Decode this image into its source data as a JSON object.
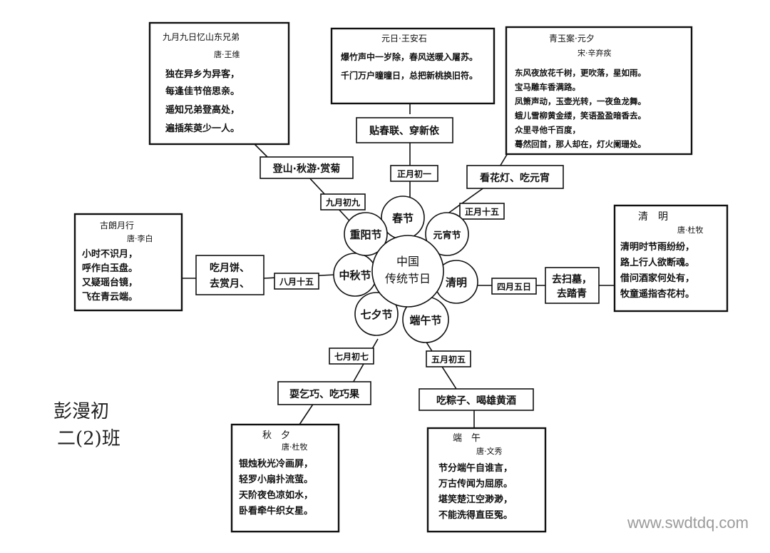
{
  "center": {
    "line1": "中国",
    "line2": "传统节日"
  },
  "petals": {
    "spring": "春节",
    "lantern": "元宵节",
    "qingming": "清明",
    "dragon": "端午节",
    "qixi": "七夕节",
    "midautumn": "中秋节",
    "chongyang": "重阳节"
  },
  "dates": {
    "spring": "正月初一",
    "lantern": "正月十五",
    "qingming": "四月五日",
    "dragon": "五月初五",
    "qixi": "七月初七",
    "midautumn": "八月十五",
    "chongyang": "九月初九"
  },
  "customs": {
    "spring": "贴春联、穿新依",
    "lantern": "看花灯、吃元宵",
    "qingming_1": "去扫墓，",
    "qingming_2": "去踏青",
    "dragon": "吃粽子、喝雄黄酒",
    "qixi": "耍乞巧、吃巧果",
    "midautumn_1": "吃月饼、",
    "midautumn_2": "去赏月、",
    "chongyang": "登山·秋游·赏菊"
  },
  "poems": {
    "spring": {
      "title": "元日·王安石",
      "lines": [
        "爆竹声中一岁除，春风送暖入屠苏。",
        "千门万户曈曈日，总把新桃换旧符。"
      ]
    },
    "lantern": {
      "title": "青玉案·元夕",
      "author": "宋·辛弃疾",
      "lines": [
        "东风夜放花千树，更吹落，星如雨。",
        "宝马雕车香满路。",
        "凤箫声动，玉壶光转，一夜鱼龙舞。",
        "蛾儿雪柳黄金缕，笑语盈盈暗香去。",
        "众里寻他千百度，",
        "蓦然回首，那人却在，灯火阑珊处。"
      ]
    },
    "qingming": {
      "title": "清　明",
      "author": "唐·杜牧",
      "lines": [
        "清明时节雨纷纷，",
        "路上行人欲断魂。",
        "借问酒家何处有，",
        "牧童遥指杏花村。"
      ]
    },
    "dragon": {
      "title": "端　午",
      "author": "唐·文秀",
      "lines": [
        "节分端午自谁言，",
        "万古传闻为屈原。",
        "堪笑楚江空渺渺，",
        "不能洗得直臣冤。"
      ]
    },
    "qixi": {
      "title": "秋　夕",
      "author": "唐·杜牧",
      "lines": [
        "银烛秋光冷画屏，",
        "轻罗小扇扑流萤。",
        "天阶夜色凉如水，",
        "卧看牵牛织女星。"
      ]
    },
    "midautumn": {
      "title": "古朗月行",
      "author": "唐·李白",
      "lines": [
        "小时不识月，",
        "呼作白玉盘。",
        "又疑瑶台镜，",
        "飞在青云端。"
      ]
    },
    "chongyang": {
      "title": "九月九日忆山东兄弟",
      "author": "唐·王维",
      "lines": [
        "独在异乡为异客，",
        "每逢佳节倍思亲。",
        "遥知兄弟登高处，",
        "遍插茱萸少一人。"
      ]
    }
  },
  "signature": {
    "name": "彭漫初",
    "class": "二(2)班"
  },
  "watermark": "www.swdtdq.com"
}
